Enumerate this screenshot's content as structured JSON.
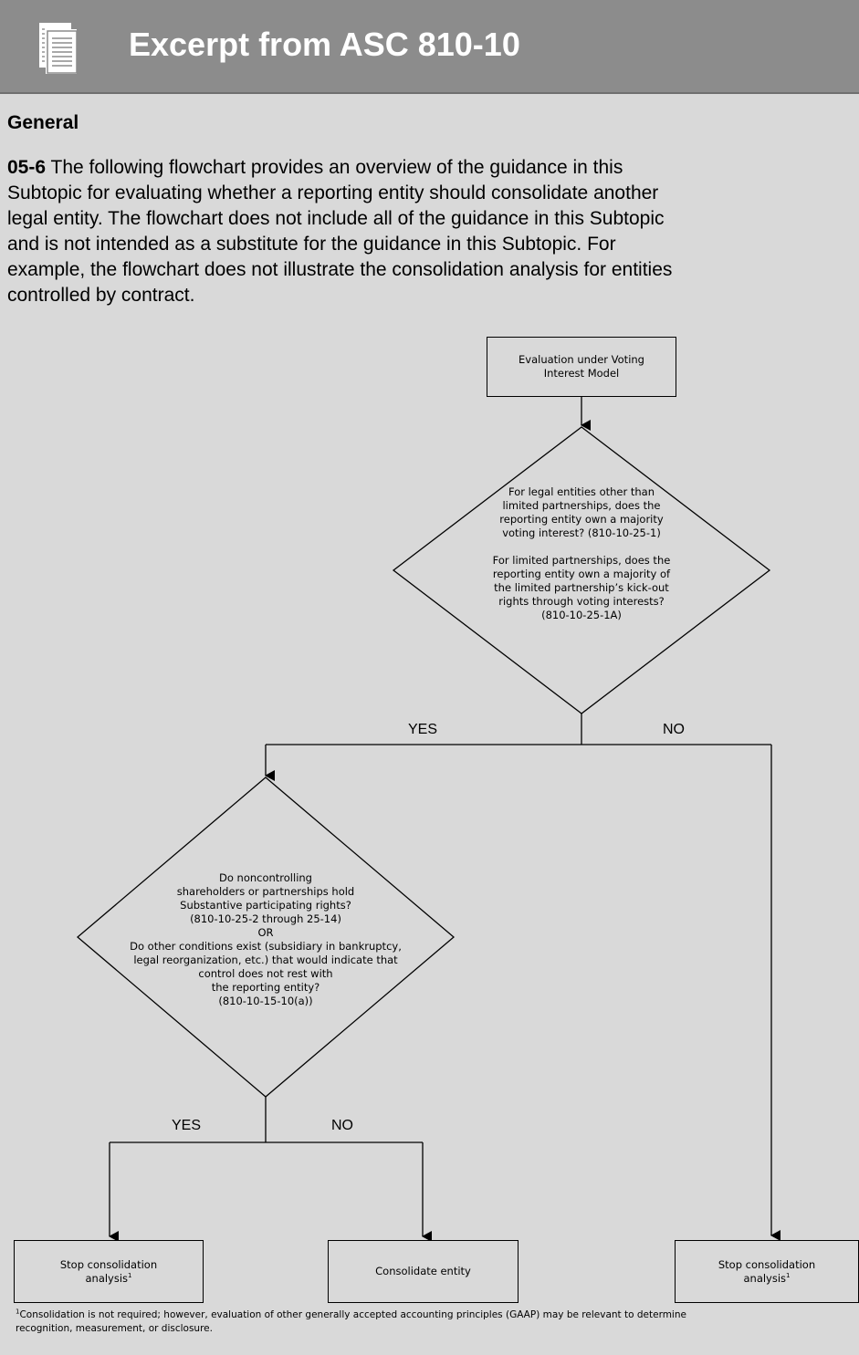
{
  "header": {
    "title": "Excerpt from ASC 810-10",
    "icon": "document-icon"
  },
  "section": {
    "heading": "General",
    "paragraph_number": "05-6",
    "paragraph_lines": [
      " The following flowchart provides an overview of the guidance in this",
      "Subtopic for evaluating whether a reporting entity should consolidate another",
      "legal entity. The flowchart does not include all of the guidance in this Subtopic",
      "and is not intended as a substitute for the guidance in this Subtopic. For",
      "example, the flowchart does not illustrate the consolidation analysis for entities",
      "controlled by contract."
    ]
  },
  "flowchart": {
    "start_box": [
      "Evaluation under Voting",
      "Interest Model"
    ],
    "decision1": [
      "For legal entities other than",
      "limited partnerships, does the",
      "reporting entity own a majority",
      "voting interest? (810-10-25-1)",
      "",
      "For limited partnerships, does the",
      "reporting entity own a majority of",
      "the limited partnership’s kick-out",
      "rights through voting interests?",
      "(810-10-25-1A)"
    ],
    "decision1_yes": "YES",
    "decision1_no": "NO",
    "decision2": [
      "Do noncontrolling",
      "shareholders  or partnerships hold",
      "Substantive participating rights?",
      "(810-10-25-2 through 25-14)",
      "OR",
      "Do other conditions exist (subsidiary in bankruptcy,",
      "legal reorganization, etc.) that would indicate that",
      "control does not rest with",
      "the reporting entity?",
      "(810-10-15-10(a))"
    ],
    "decision2_yes": "YES",
    "decision2_no": "NO",
    "stop_box_left": {
      "line1": "Stop consolidation",
      "line2": "analysis",
      "sup": "1"
    },
    "consolidate_box": "Consolidate entity",
    "stop_box_right": {
      "line1": "Stop consolidation",
      "line2": "analysis",
      "sup": "1"
    }
  },
  "footnote": {
    "marker": "1",
    "lines": [
      "Consolidation is not required; however, evaluation of other generally accepted accounting principles (GAAP) may be relevant to determine",
      "recognition, measurement, or disclosure."
    ]
  },
  "colors": {
    "header_bg": "#8c8c8c",
    "page_bg": "#d9d9d9",
    "title_text": "#ffffff"
  }
}
